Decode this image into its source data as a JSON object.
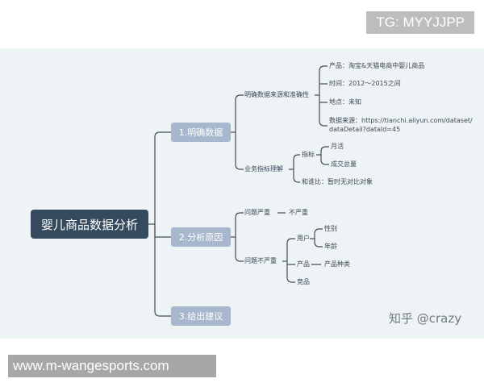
{
  "watermark_top": "TG: MYYJJPP",
  "watermark_bottom": "www.m-wangesports.com",
  "watermark_zhihu": "知乎 @crazy",
  "colors": {
    "root": "#364a5e",
    "branch": "#a7b8ce",
    "line": "#3f4d5a",
    "background": "#eef3f6"
  },
  "mindmap": {
    "root": "婴儿商品数据分析",
    "b1": {
      "label": "1.明确数据",
      "s1": {
        "label": "明确数据来源和准确性",
        "leaf1": "产品：淘宝&天猫电商中婴儿商品",
        "leaf2": "时间：2012～2015之间",
        "leaf3": "地点：未知",
        "leaf4_line1": "数据来源：https://tianchi.aliyun.com/dataset/",
        "leaf4_line2": "dataDetail?dataId=45"
      },
      "s2": {
        "label": "业务指标理解",
        "zhibiao": "指标",
        "yuehuo": "月活",
        "chengjiao": "成交总量",
        "duibi": "和谁比：暂时无对比对象"
      }
    },
    "b2": {
      "label": "2.分析原因",
      "s1": {
        "label": "问题严重",
        "leaf": "不严重"
      },
      "s2": {
        "label": "问题不严重",
        "yonghu": "用户",
        "xingbie": "性别",
        "nianling": "年龄",
        "chanpin": "产品",
        "chanpinzhonglei": "产品种类",
        "jingpin": "竞品"
      }
    },
    "b3": {
      "label": "3.给出建议"
    }
  }
}
